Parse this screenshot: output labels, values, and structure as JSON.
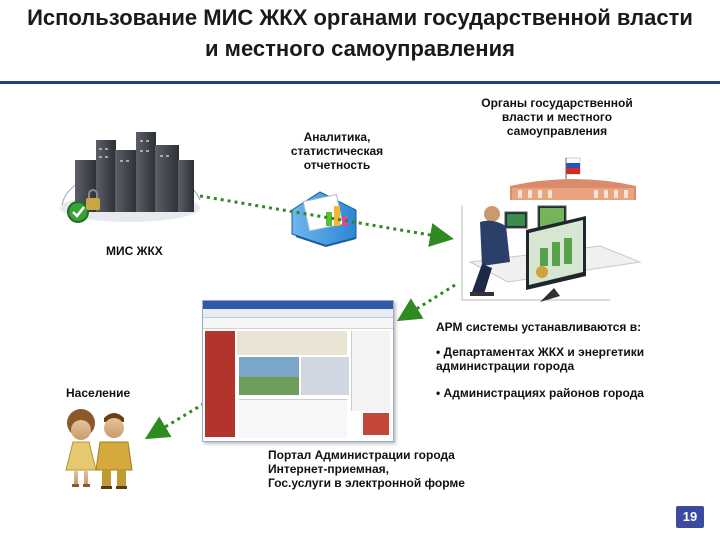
{
  "slide": {
    "title": "Использование МИС ЖКХ органами государственной власти и местного самоуправления",
    "page_number": "19"
  },
  "nodes": {
    "mis": {
      "label": "МИС ЖКХ",
      "icon": "server-buildings-icon"
    },
    "analytics": {
      "lines": [
        "Аналитика,",
        "статистическая",
        "отчетность"
      ],
      "icon": "folder-chart-icon"
    },
    "authorities": {
      "lines": [
        "Органы государственной",
        "власти и местного",
        "самоуправления"
      ],
      "icon": "government-building-icon"
    },
    "workstation": {
      "icon": "operator-workstation-icon"
    },
    "population": {
      "label": "Население",
      "icon": "people-icon"
    },
    "portal": {
      "icon": "city-portal-screenshot",
      "lines": [
        "Портал Администрации города",
        "Интернет-приемная,",
        "Гос.услуги в электронной форме"
      ]
    }
  },
  "arm_info": {
    "heading": "АРМ системы устанавливаются в:",
    "items": [
      "• Департаментах ЖКХ и энергетики администрации города",
      "• Администрациях районов города"
    ]
  },
  "colors": {
    "arrow": "#2e8b1f",
    "title_rule": "#1f3f8f",
    "page_badge": "#3b4aa0"
  }
}
